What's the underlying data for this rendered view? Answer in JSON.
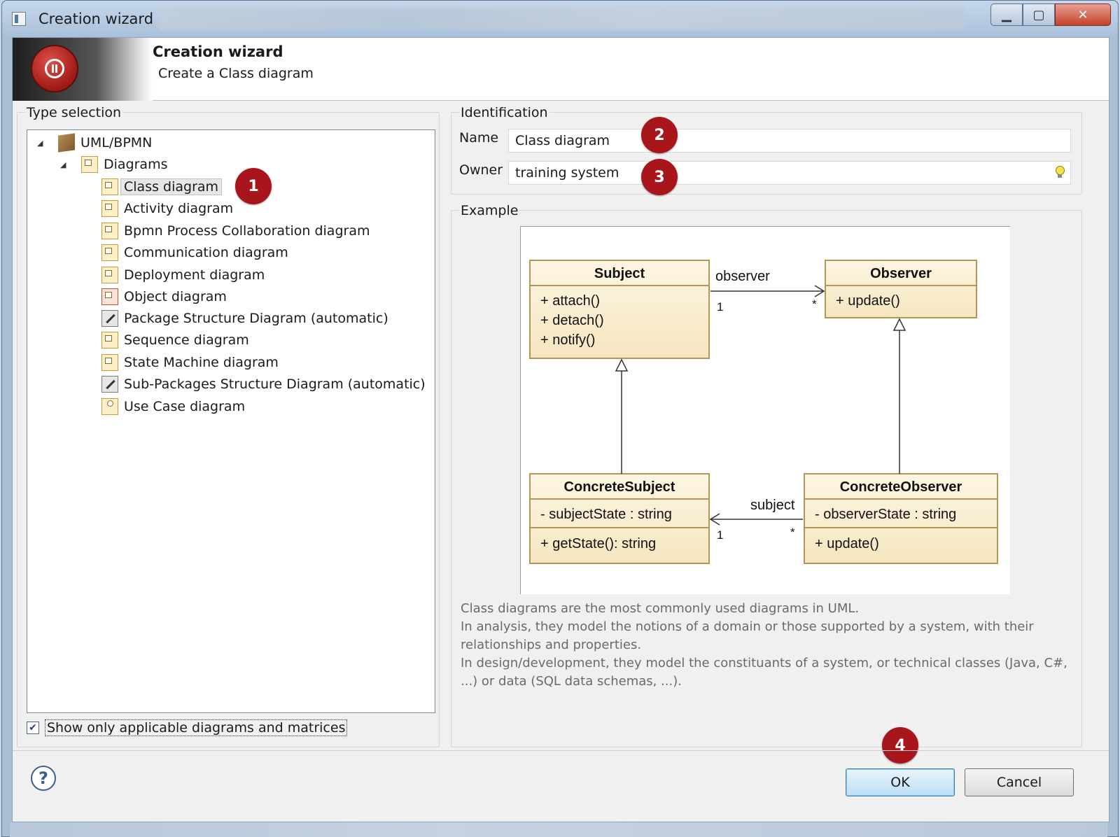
{
  "window": {
    "title": "Creation wizard"
  },
  "header": {
    "title": "Creation wizard",
    "subtitle": "Create a Class diagram"
  },
  "type_selection": {
    "label": "Type selection",
    "root": "UML/BPMN",
    "folder": "Diagrams",
    "items": [
      {
        "label": "Class diagram",
        "icon": "class-diagram-icon",
        "selected": true
      },
      {
        "label": "Activity diagram",
        "icon": "activity-diagram-icon"
      },
      {
        "label": "Bpmn Process Collaboration diagram",
        "icon": "bpmn-diagram-icon"
      },
      {
        "label": "Communication diagram",
        "icon": "communication-diagram-icon"
      },
      {
        "label": "Deployment diagram",
        "icon": "deployment-diagram-icon"
      },
      {
        "label": "Object diagram",
        "icon": "object-diagram-icon"
      },
      {
        "label": "Package Structure Diagram (automatic)",
        "icon": "wand-icon"
      },
      {
        "label": "Sequence diagram",
        "icon": "sequence-diagram-icon"
      },
      {
        "label": "State Machine diagram",
        "icon": "state-machine-diagram-icon"
      },
      {
        "label": "Sub-Packages Structure Diagram (automatic)",
        "icon": "wand-icon"
      },
      {
        "label": "Use Case diagram",
        "icon": "use-case-diagram-icon"
      }
    ],
    "checkbox_label": "Show only applicable diagrams and matrices",
    "checkbox_checked": true
  },
  "identification": {
    "label": "Identification",
    "name_label": "Name",
    "name_value": "Class diagram",
    "owner_label": "Owner",
    "owner_value": "training system"
  },
  "example": {
    "label": "Example",
    "diagram": {
      "subject": {
        "name": "Subject",
        "ops": [
          "+ attach()",
          "+ detach()",
          "+ notify()"
        ]
      },
      "observer": {
        "name": "Observer",
        "ops": [
          "+ update()"
        ]
      },
      "concrete_subject": {
        "name": "ConcreteSubject",
        "attrs": [
          "- subjectState : string"
        ],
        "ops": [
          "+ getState(): string"
        ]
      },
      "concrete_observer": {
        "name": "ConcreteObserver",
        "attrs": [
          "- observerState : string"
        ],
        "ops": [
          "+ update()"
        ]
      },
      "assoc_observer": {
        "role": "observer",
        "mult_source": "1",
        "mult_target": "*"
      },
      "assoc_subject": {
        "role": "subject",
        "mult_source": "*",
        "mult_target": "1"
      }
    },
    "description": [
      "Class diagrams are the most commonly used diagrams in UML.",
      "In analysis, they model the notions of a domain or those supported by a system, with their relationships and properties.",
      "In design/development, they model the constituants of a system, or technical classes (Java, C#, ...) or data (SQL data schemas, ...)."
    ]
  },
  "badges": [
    "1",
    "2",
    "3",
    "4"
  ],
  "buttons": {
    "ok": "OK",
    "cancel": "Cancel",
    "help": "?"
  },
  "colors": {
    "badge": "#a8161c",
    "uml_fill": "#fbf1d6",
    "uml_border": "#b3955a"
  }
}
